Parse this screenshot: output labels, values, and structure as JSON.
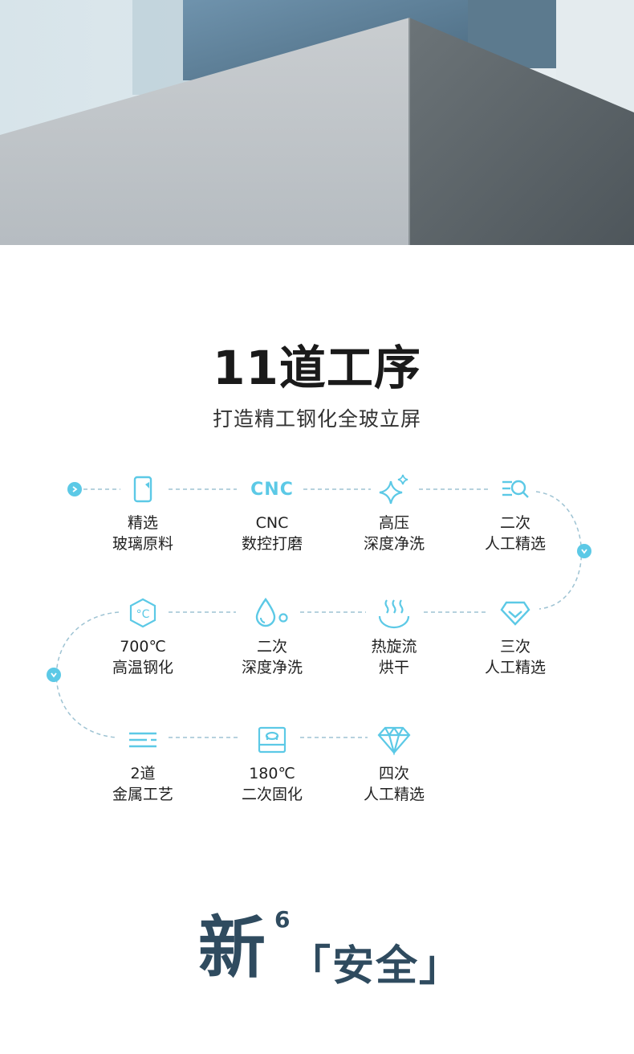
{
  "heading": {
    "title": "11道工序",
    "subtitle": "打造精工钢化全玻立屏"
  },
  "steps": [
    {
      "icon": "phone-screen-icon",
      "line1": "精选",
      "line2": "玻璃原料"
    },
    {
      "icon": "cnc-text-icon",
      "icon_text": "CNC",
      "line1": "CNC",
      "line2": "数控打磨"
    },
    {
      "icon": "sparkle-icon",
      "line1": "高压",
      "line2": "深度净洗"
    },
    {
      "icon": "inspect-list-icon",
      "line1": "二次",
      "line2": "人工精选"
    },
    {
      "icon": "hexagon-celsius-icon",
      "line1": "700℃",
      "line2": "高温钢化"
    },
    {
      "icon": "water-drop-icon",
      "line1": "二次",
      "line2": "深度净洗"
    },
    {
      "icon": "steam-icon",
      "line1": "热旋流",
      "line2": "烘干"
    },
    {
      "icon": "diamond-outline-icon",
      "line1": "三次",
      "line2": "人工精选"
    },
    {
      "icon": "metal-layers-icon",
      "line1": "2道",
      "line2": "金属工艺"
    },
    {
      "icon": "oven-icon",
      "line1": "180℃",
      "line2": "二次固化"
    },
    {
      "icon": "diamond-icon",
      "line1": "四次",
      "line2": "人工精选"
    }
  ],
  "footer": {
    "new_char": "新",
    "superscript": "6",
    "safety": "「安全」"
  },
  "colors": {
    "accent": "#5cc9e6",
    "dash": "#9ec3d3",
    "footer_text": "#2f4b5f"
  }
}
